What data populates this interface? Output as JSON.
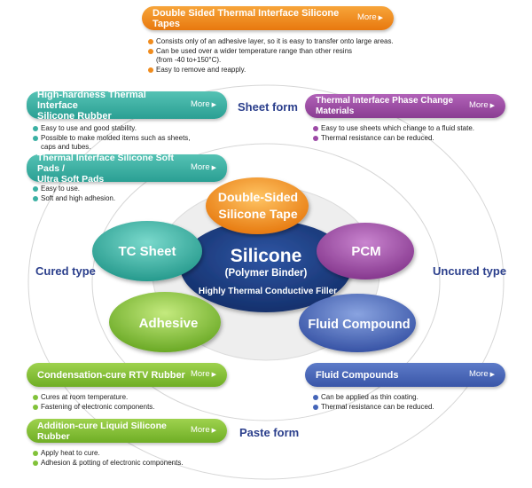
{
  "colors": {
    "orange": "#f08c1e",
    "teal": "#3bb0a3",
    "purple": "#9c4aa6",
    "green": "#82c23a",
    "blue": "#4565b8",
    "navy": "#1e3a7a",
    "label": "#2b3f8c"
  },
  "center": {
    "title": "Silicone",
    "subtitle": "(Polymer Binder)",
    "caption": "Highly Thermal Conductive Filler"
  },
  "ovals": [
    {
      "text": [
        "Double-Sided",
        "Silicone Tape"
      ]
    },
    {
      "text": [
        "TC Sheet"
      ]
    },
    {
      "text": [
        "PCM"
      ]
    },
    {
      "text": [
        "Adhesive"
      ]
    },
    {
      "text": [
        "Fluid Compound"
      ]
    }
  ],
  "labels": {
    "sheet_form": "Sheet form",
    "cured_type": "Cured type",
    "uncured_type": "Uncured type",
    "paste_form": "Paste form"
  },
  "more_label": "More",
  "boxes": {
    "tapes": {
      "title": "Double Sided Thermal Interface Silicone Tapes",
      "bullets": [
        "Consists only of an adhesive layer, so it is easy to transfer onto large areas.",
        "Can be used over a wider temperature range than other resins\n(from -40 to+150°C).",
        "Easy to remove and reapply."
      ]
    },
    "hardness": {
      "title": "High-hardness Thermal Interface\nSilicone Rubber",
      "bullets": [
        "Easy to use and good stability.",
        "Possible to make molded items  such as sheets,\ncaps and tubes."
      ]
    },
    "pcm": {
      "title": "Thermal Interface Phase Change Materials",
      "bullets": [
        "Easy to use sheets  which change to a fluid state.",
        "Thermal resistance can be reduced."
      ]
    },
    "softpads": {
      "title": "Thermal Interface Silicone Soft Pads /\nUltra Soft Pads",
      "bullets": [
        "Easy to use.",
        "Soft and high adhesion."
      ]
    },
    "rtv": {
      "title": "Condensation-cure RTV Rubber",
      "bullets": [
        "Cures at room temperature.",
        "Fastening of electronic components."
      ]
    },
    "fluid": {
      "title": "Fluid Compounds",
      "bullets": [
        "Can be applied as thin coating.",
        "Thermal resistance can be reduced."
      ]
    },
    "liquid": {
      "title": "Addition-cure Liquid Silicone Rubber",
      "bullets": [
        "Apply heat to cure.",
        "Adhesion & potting of electronic components."
      ]
    }
  }
}
